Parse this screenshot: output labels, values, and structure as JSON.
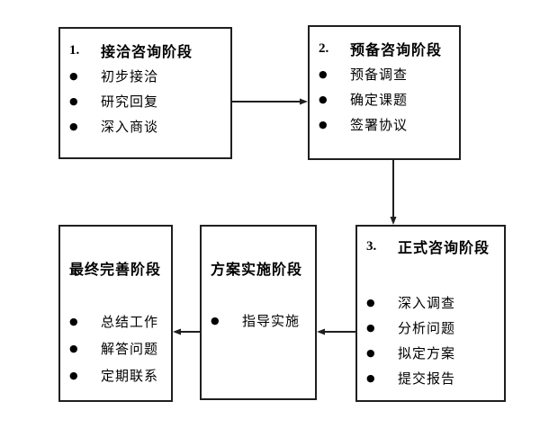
{
  "diagram": {
    "bullet_glyph": "●",
    "colors": {
      "background": "#ffffff",
      "border": "#1f1f1f",
      "text": "#000000",
      "arrow": "#1f1f1f"
    },
    "boxes": {
      "stage1": {
        "number": "1.",
        "title": "接洽咨询阶段",
        "items": [
          "初步接洽",
          "研究回复",
          "深入商谈"
        ]
      },
      "stage2": {
        "number": "2.",
        "title": "预备咨询阶段",
        "items": [
          "预备调查",
          "确定课题",
          "签署协议"
        ]
      },
      "stage3": {
        "number": "3.",
        "title": "正式咨询阶段",
        "items": [
          "深入调查",
          "分析问题",
          "拟定方案",
          "提交报告"
        ]
      },
      "stage4": {
        "title": "方案实施阶段",
        "items": [
          "指导实施"
        ]
      },
      "stage5": {
        "title": "最终完善阶段",
        "items": [
          "总结工作",
          "解答问题",
          "定期联系"
        ]
      }
    }
  }
}
